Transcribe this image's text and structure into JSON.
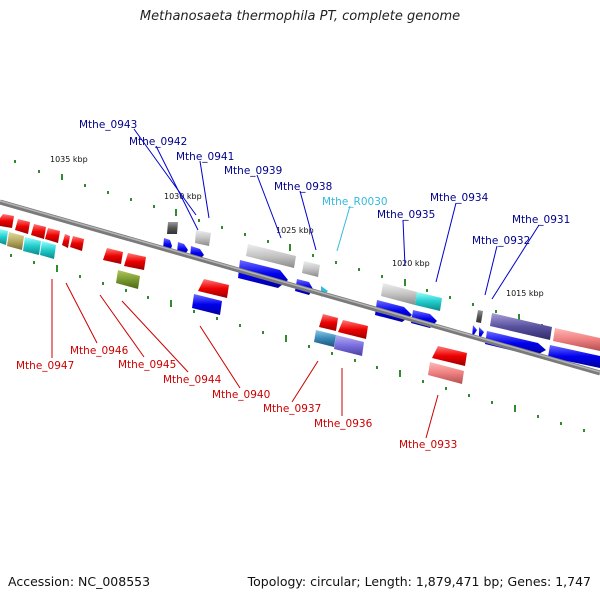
{
  "title": "Methanosaeta thermophila PT, complete genome",
  "footer": {
    "accession": "Accession: NC_008553",
    "summary": "Topology: circular; Length: 1,879,471 bp; Genes: 1,747"
  },
  "scale_labels": [
    "1035 kbp",
    "1030 kbp",
    "1025 kbp",
    "1020 kbp",
    "1015 kbp"
  ],
  "gene_labels_top": [
    "Mthe_0943",
    "Mthe_0942",
    "Mthe_0941",
    "Mthe_0939",
    "Mthe_0938",
    "Mthe_R0030",
    "Mthe_0935",
    "Mthe_0934",
    "Mthe_0932",
    "Mthe_0931"
  ],
  "gene_labels_bottom": [
    "Mthe_0947",
    "Mthe_0946",
    "Mthe_0945",
    "Mthe_0944",
    "Mthe_0940",
    "Mthe_0937",
    "Mthe_0936",
    "Mthe_0933"
  ],
  "colors": {
    "forward_label": "#00008b",
    "reverse_label": "#cc0000",
    "rna_label": "#33bbdd",
    "backbone": "#7a7a7a",
    "tick": "#2e8b2e"
  }
}
